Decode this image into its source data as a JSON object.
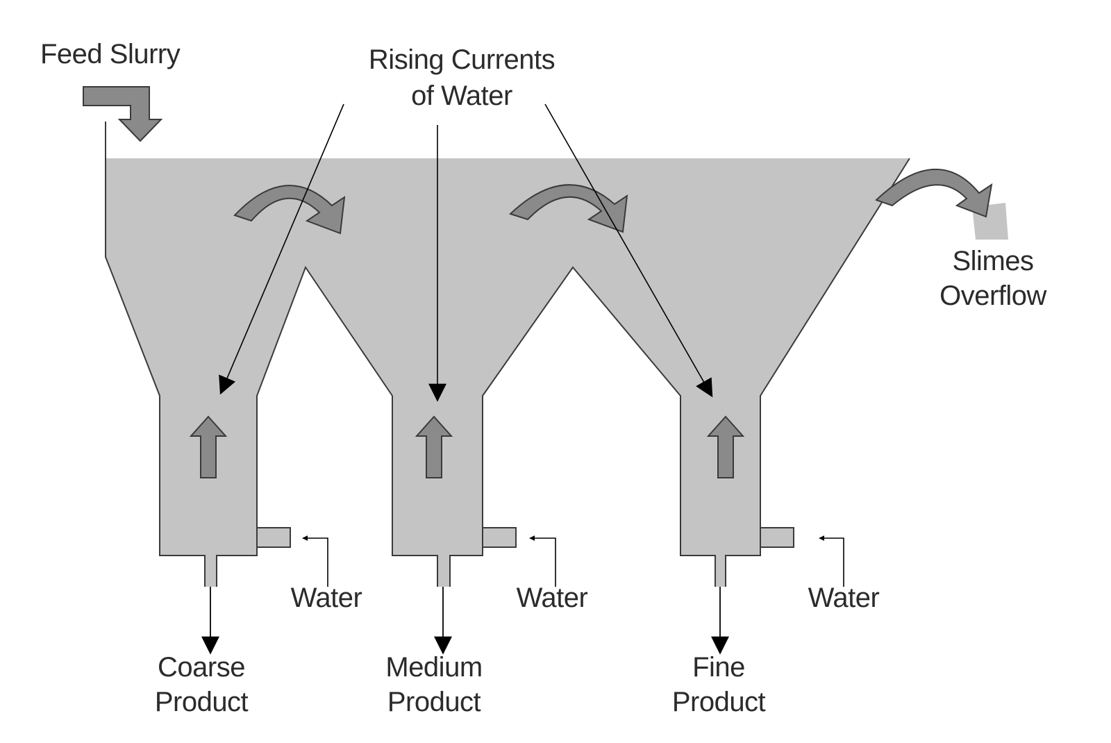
{
  "labels": {
    "feed_slurry": "Feed Slurry",
    "rising_currents": [
      "Rising Currents",
      "of Water"
    ],
    "slimes_overflow": [
      "Slimes",
      "Overflow"
    ],
    "water_inlets": [
      "Water",
      "Water",
      "Water"
    ],
    "products": [
      [
        "Coarse",
        "Product"
      ],
      [
        "Medium",
        "Product"
      ],
      [
        "Fine",
        "Product"
      ]
    ]
  },
  "colors": {
    "fluid": "#c4c4c4",
    "outline": "#3a3a3a",
    "flow_arrow": "#8a8a8a",
    "text": "#2b2b2b"
  },
  "icons": {
    "feed_inlet": "bent-down-arrow-icon",
    "transfer": "curved-arrow-right-icon",
    "rising": "up-arrow-icon",
    "product_out": "down-arrow-icon"
  }
}
